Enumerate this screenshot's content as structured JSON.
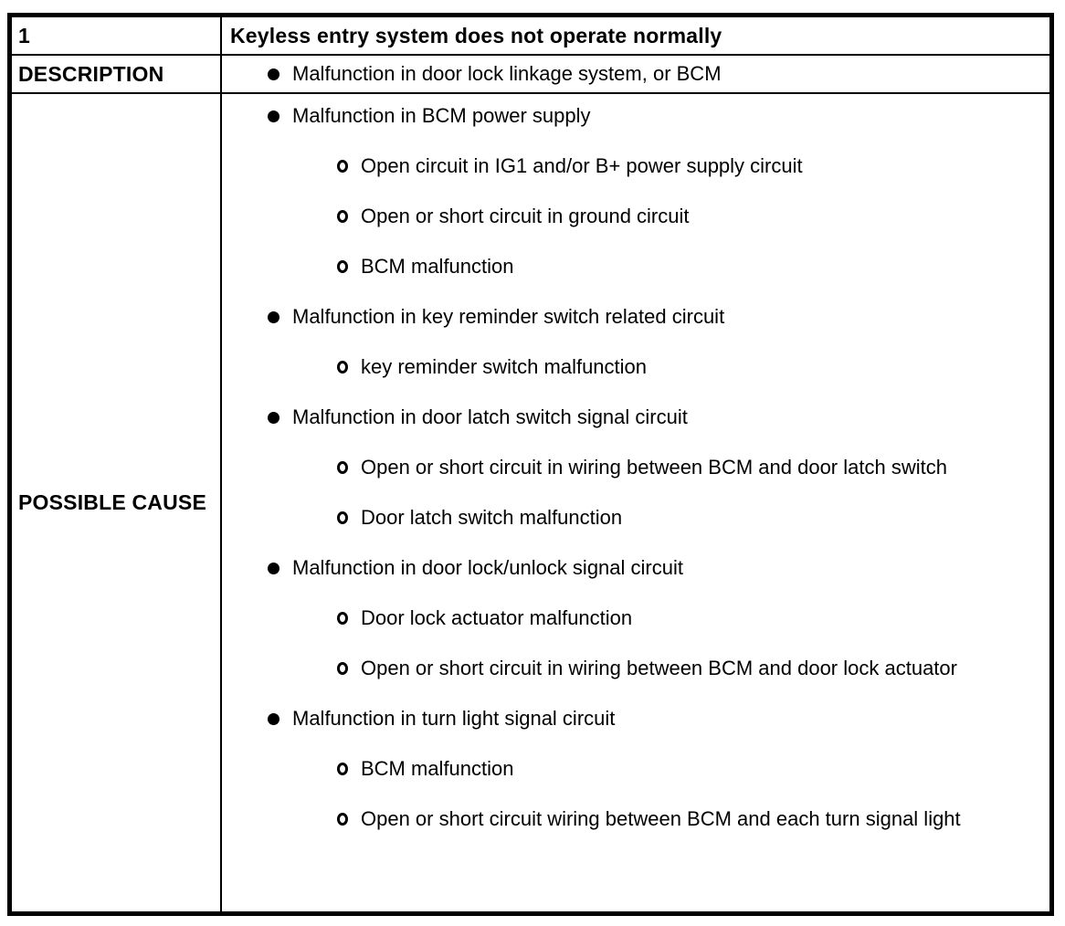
{
  "colors": {
    "background": "#ffffff",
    "border": "#000000",
    "text": "#000000"
  },
  "icons": {
    "level1_bullet": "filled-circle",
    "level2_bullet": "open-circle"
  },
  "table": {
    "row_number": "1",
    "title": "Keyless entry system does not operate normally",
    "description": {
      "label": "DESCRIPTION",
      "items": [
        {
          "level": 1,
          "text": "Malfunction in door lock linkage system, or BCM"
        }
      ]
    },
    "possible_cause": {
      "label": "POSSIBLE CAUSE",
      "items": [
        {
          "level": 1,
          "text": "Malfunction in BCM power supply"
        },
        {
          "level": 2,
          "text": "Open circuit in IG1 and/or B+ power supply circuit"
        },
        {
          "level": 2,
          "text": "Open or short circuit in ground circuit"
        },
        {
          "level": 2,
          "text": "BCM malfunction"
        },
        {
          "level": 1,
          "text": "Malfunction in key reminder switch related circuit"
        },
        {
          "level": 2,
          "text": "key reminder switch malfunction"
        },
        {
          "level": 1,
          "text": "Malfunction in door latch switch signal circuit"
        },
        {
          "level": 2,
          "text": "Open or short circuit in wiring between BCM and door latch switch"
        },
        {
          "level": 2,
          "text": "Door latch switch malfunction"
        },
        {
          "level": 1,
          "text": "Malfunction in door lock/unlock signal circuit"
        },
        {
          "level": 2,
          "text": "Door lock actuator malfunction"
        },
        {
          "level": 2,
          "text": "Open or short circuit in wiring between BCM and door lock actuator"
        },
        {
          "level": 1,
          "text": "Malfunction in turn light signal circuit"
        },
        {
          "level": 2,
          "text": "BCM malfunction"
        },
        {
          "level": 2,
          "text": "Open or short circuit wiring between BCM and each turn signal light"
        }
      ]
    }
  }
}
